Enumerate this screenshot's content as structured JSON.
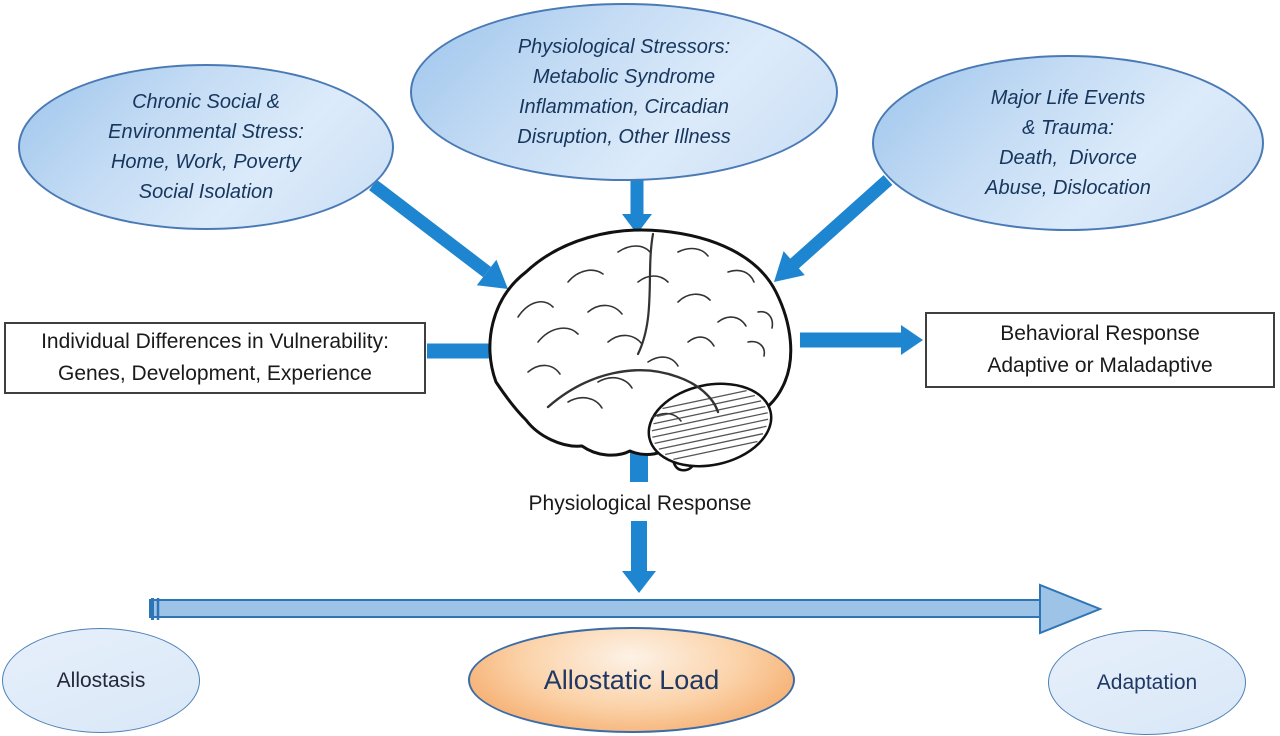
{
  "figure": {
    "colors": {
      "arrow_blue": "#1e86d0",
      "timeline_fill": "#9dc3e6",
      "timeline_border": "#2e75b6",
      "blue_ellipse_border": "#4a7ab5",
      "navy_text": "#17365d",
      "orange_fill": "#f29b53",
      "box_border": "#3f3f3f"
    },
    "nodes": {
      "chronic": {
        "lines": [
          "Chronic Social &",
          "Environmental Stress:",
          "Home, Work, Poverty",
          "Social Isolation"
        ]
      },
      "stressors": {
        "lines": [
          "Physiological Stressors:",
          "Metabolic Syndrome",
          "Inflammation, Circadian",
          "Disruption, Other Illness"
        ]
      },
      "major": {
        "lines": [
          "Major Life Events",
          "& Trauma:",
          "Death,  Divorce",
          "Abuse, Dislocation"
        ]
      },
      "individual": {
        "lines": [
          "Individual Differences in Vulnerability:",
          "Genes, Development, Experience"
        ]
      },
      "behavioral": {
        "lines": [
          "Behavioral Response",
          "Adaptive or Maladaptive"
        ]
      },
      "physiological_response": {
        "label": "Physiological Response"
      },
      "allostasis": {
        "label": "Allostasis"
      },
      "allostatic_load": {
        "label": "Allostatic Load"
      },
      "adaptation": {
        "label": "Adaptation"
      }
    }
  }
}
